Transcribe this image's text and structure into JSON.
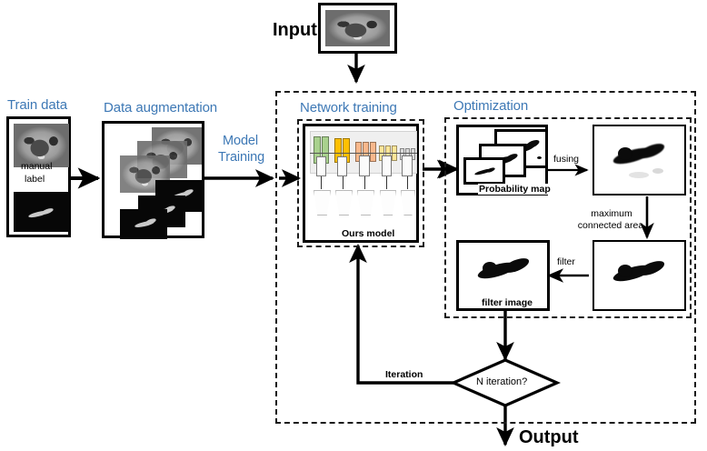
{
  "figure": {
    "title": "Segmentation pipeline flowchart",
    "accent_blue": "#3d78b5",
    "line_color": "#000000"
  },
  "io": {
    "input_label": "Input",
    "output_label": "Output"
  },
  "stages": {
    "train_data": {
      "label": "Train data",
      "annotation": "manual\nlabel",
      "annotation_line1": "manual",
      "annotation_line2": "label",
      "image_top": "abdominal-ct-slice",
      "image_bottom": "binary-label-mask"
    },
    "data_augmentation": {
      "label": "Data augmentation",
      "ct_stack_count": 3,
      "mask_stack_count": 3
    },
    "model_training": {
      "label_line1": "Model",
      "label_line2": "Training"
    },
    "network_training": {
      "label": "Network training",
      "model_caption": "Ours model",
      "block_colors": [
        "#a9d18e",
        "#ffc000",
        "#f8b88c",
        "#ffe699",
        "#d9d9d9"
      ],
      "block_count": 5
    },
    "optimization": {
      "label": "Optimization",
      "probability_map_caption": "Probability map",
      "probability_map_tiles": 3,
      "fusing_label": "fusing",
      "maximum_connected_area_line1": "maximum",
      "maximum_connected_area_line2": "connected area",
      "filter_label": "filter",
      "filter_image_caption": "filter image"
    },
    "decision": {
      "label": "N iteration?",
      "iteration_label": "Iteration"
    }
  },
  "icons": {
    "arrow": "arrow-right-icon",
    "diamond": "decision-diamond-icon",
    "ct_scan": "ct-scan-image-icon",
    "mask": "segmentation-mask-icon"
  }
}
